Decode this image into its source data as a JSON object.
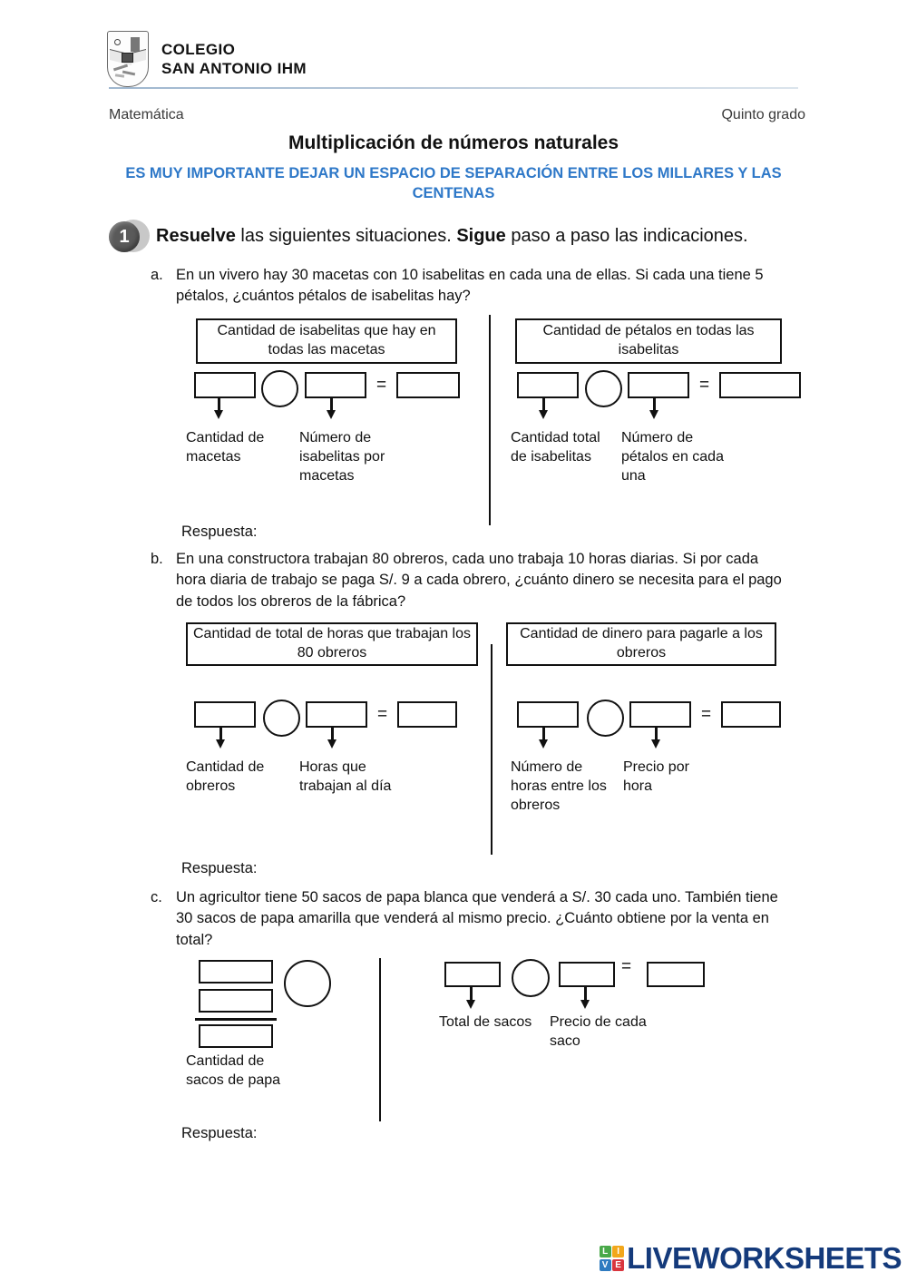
{
  "header": {
    "school_line1": "COLEGIO",
    "school_line2": "SAN ANTONIO IHM",
    "subject": "Matemática",
    "grade": "Quinto grado",
    "title": "Multiplicación de números naturales",
    "notice": "ES MUY IMPORTANTE DEJAR UN ESPACIO DE SEPARACIÓN ENTRE LOS MILLARES Y LAS CENTENAS",
    "notice_color": "#2e78c8"
  },
  "task": {
    "number": "1",
    "bold1": "Resuelve",
    "mid": " las siguientes situaciones. ",
    "bold2": "Sigue",
    "tail": " paso a paso las indicaciones."
  },
  "questions": [
    {
      "marker": "a.",
      "text": "En un vivero hay 30 macetas con 10 isabelitas en cada una de ellas. Si cada una tiene 5 pétalos, ¿cuántos pétalos de isabelitas hay?",
      "answer_label": "Respuesta:",
      "panels": [
        {
          "header": "Cantidad de isabelitas que hay en todas las macetas",
          "caption_left": "Cantidad de macetas",
          "caption_right": "Número de isabelitas por macetas",
          "equals": "="
        },
        {
          "header": "Cantidad de pétalos en todas las isabelitas",
          "caption_left": "Cantidad total de isabelitas",
          "caption_right": "Número de pétalos en cada una",
          "equals": "="
        }
      ]
    },
    {
      "marker": "b.",
      "text": "En una constructora trabajan 80 obreros, cada uno trabaja 10 horas diarias. Si por cada hora diaria de trabajo se paga S/. 9 a cada obrero, ¿cuánto dinero se necesita para el pago de todos los obreros de la fábrica?",
      "answer_label": "Respuesta:",
      "panels": [
        {
          "header": "Cantidad de total de horas que trabajan los 80 obreros",
          "caption_left": "Cantidad de obreros",
          "caption_right": "Horas que trabajan al día",
          "equals": "="
        },
        {
          "header": "Cantidad de dinero para pagarle a los obreros",
          "caption_left": "Número de horas entre los obreros",
          "caption_right": "Precio por hora",
          "equals": "="
        }
      ]
    },
    {
      "marker": "c.",
      "text": "Un agricultor tiene 50 sacos de papa blanca que venderá a S/. 30 cada uno. También tiene 30 sacos de papa amarilla que venderá al mismo precio. ¿Cuánto obtiene por la venta en total?",
      "answer_label": "Respuesta:",
      "panels": [
        {
          "header": "",
          "caption_left": "Cantidad de sacos de papa",
          "caption_right": "",
          "equals": ""
        },
        {
          "header": "",
          "caption_left": "Total de sacos",
          "caption_right": "Precio de cada saco",
          "equals": "="
        }
      ]
    }
  ],
  "footer": {
    "tiles": [
      "L",
      "I",
      "V",
      "E"
    ],
    "word": "LIVEWORKSHEETS"
  }
}
